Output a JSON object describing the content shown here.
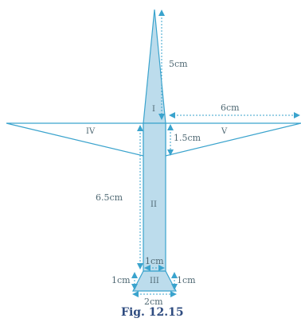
{
  "figure": {
    "caption": "Fig. 12.15",
    "colors": {
      "fill": "#bcdcec",
      "outline": "#3aa3cd",
      "dims": "#3aa3cd",
      "text": "#4f6873",
      "caption": "#2f4c80"
    },
    "parts": {
      "I": "I",
      "II": "II",
      "III": "III",
      "IV": "IV",
      "V": "V"
    },
    "measurements": {
      "top_height": "5cm",
      "wing_length": "6cm",
      "wing_gap": "1.5cm",
      "body_height": "6.5cm",
      "body_width": "1cm",
      "base_left": "1cm",
      "base_right": "1cm",
      "base_width": "2cm"
    }
  }
}
